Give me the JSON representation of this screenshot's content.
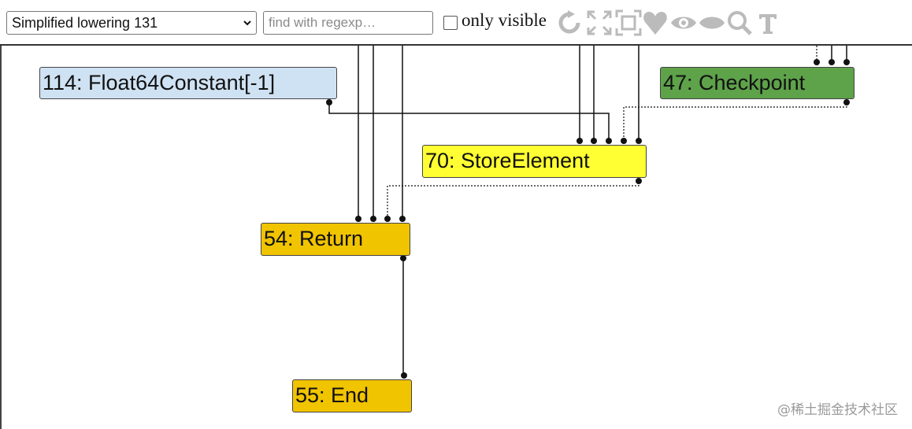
{
  "toolbar": {
    "phase_select_value": "Simplified lowering 131",
    "search_placeholder": "find with regexp…",
    "only_visible_label": "only visible",
    "icons": [
      "reload-icon",
      "layout-expand-icon",
      "fit-to-screen-icon",
      "heart-icon",
      "eye-icon",
      "hide-icon",
      "search-icon",
      "text-toggle-icon"
    ]
  },
  "graph": {
    "nodes": [
      {
        "id": "114",
        "label": "114: Float64Constant[-1]",
        "color": "#cfe2f3"
      },
      {
        "id": "47",
        "label": "47: Checkpoint",
        "color": "#5ea24a"
      },
      {
        "id": "70",
        "label": "70: StoreElement",
        "color": "#ffff33"
      },
      {
        "id": "54",
        "label": "54: Return",
        "color": "#f1c400"
      },
      {
        "id": "55",
        "label": "55: End",
        "color": "#f1c400"
      }
    ]
  },
  "watermark": "@稀土掘金技术社区"
}
